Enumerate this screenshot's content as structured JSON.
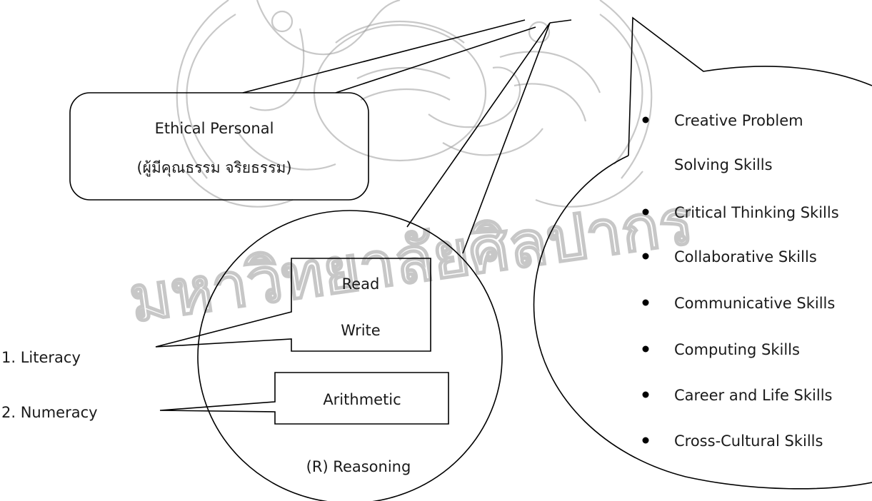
{
  "watermark": {
    "text": "มหาวิทยาลัยศิลปากร"
  },
  "ethical_box": {
    "line1": "Ethical Personal",
    "line2": "(ผู้มีคุณธรรม จริยธรรม)"
  },
  "reasoning_bubble": {
    "read": "Read",
    "write": "Write",
    "arithmetic": "Arithmetic",
    "reasoning": "(R) Reasoning"
  },
  "left_labels": {
    "literacy": "1. Literacy",
    "numeracy": "2. Numeracy"
  },
  "skills": [
    {
      "line1": "Creative Problem",
      "line2": "Solving Skills"
    },
    {
      "line1": "Critical Thinking Skills"
    },
    {
      "line1": "Collaborative Skills"
    },
    {
      "line1": "Communicative Skills"
    },
    {
      "line1": "Computing Skills"
    },
    {
      "line1": "Career and Life Skills"
    },
    {
      "line1": "Cross-Cultural Skills"
    }
  ]
}
